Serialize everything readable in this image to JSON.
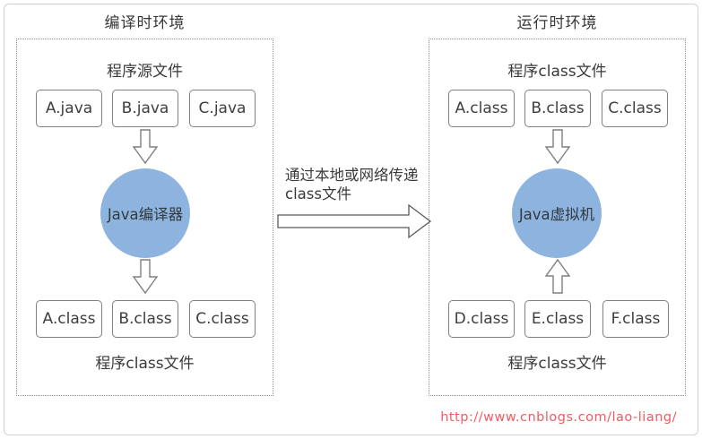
{
  "colors": {
    "circle_fill": "#8db4df",
    "box_border": "#7f7f7f",
    "dashed_border": "#8c8c8c",
    "outer_border": "#d0d0d0",
    "text": "#3d3d3d",
    "url_red": "#ef5b62"
  },
  "compile_env": {
    "title": "编译时环境",
    "source_label": "程序源文件",
    "source_files": [
      "A.java",
      "B.java",
      "C.java"
    ],
    "processor": "Java编译器",
    "output_files": [
      "A.class",
      "B.class",
      "C.class"
    ],
    "output_label": "程序class文件"
  },
  "transfer": {
    "line1": "通过本地或网络传递",
    "line2": "class文件"
  },
  "runtime_env": {
    "title": "运行时环境",
    "input_label": "程序class文件",
    "input_files": [
      "A.class",
      "B.class",
      "C.class"
    ],
    "processor": "Java虚拟机",
    "loaded_files": [
      "D.class",
      "E.class",
      "F.class"
    ],
    "loaded_label": "程序class文件"
  },
  "footer": {
    "url": "http://www.cnblogs.com/lao-liang/"
  }
}
